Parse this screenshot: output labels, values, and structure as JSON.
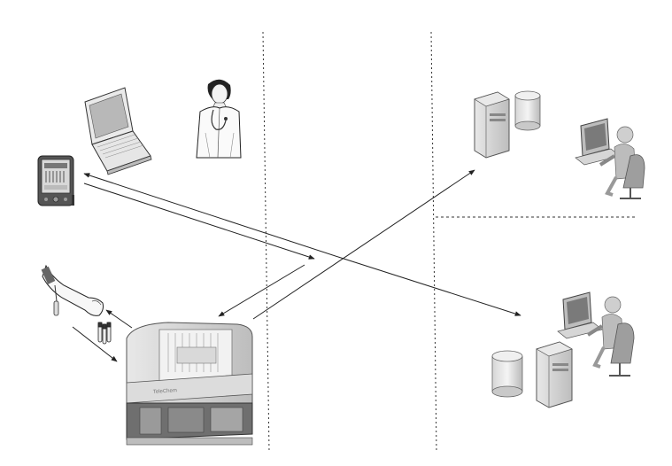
{
  "diagram": {
    "line_color": "#222222",
    "device_gray": "#cfcfcf",
    "device_dark": "#6f6f6f",
    "icons": [
      "pda-icon",
      "laptop-icon",
      "clinician-icon",
      "arm-blood-draw-icon",
      "sample-tubes-icon",
      "lab-analyzer-icon",
      "server-tower-icon",
      "database-cylinder-icon",
      "workstation-user-icon"
    ],
    "analyzer_brand": "TeleChem",
    "dashed_dividers": 3,
    "arrows": 6
  }
}
